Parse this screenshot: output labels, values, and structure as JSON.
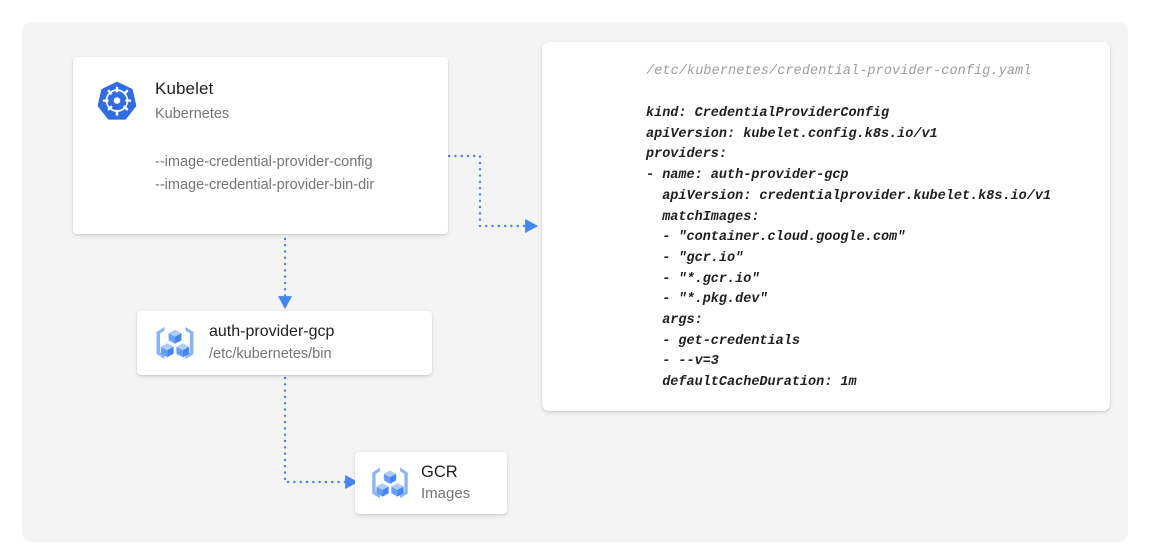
{
  "canvas": {
    "background": "#f4f4f4",
    "page_background": "#ffffff"
  },
  "theme": {
    "accent": "#4285f4",
    "icon_blue": "#8ab4f8",
    "cube_blue": "#669df6",
    "k8s_blue": "#326ce5",
    "text_primary": "#212121",
    "text_secondary": "#757575",
    "text_muted": "#9e9e9e"
  },
  "kubelet_card": {
    "icon": "kubernetes-helm-icon",
    "title": "Kubelet",
    "subtitle": "Kubernetes",
    "flags": [
      "--image-credential-provider-config",
      "--image-credential-provider-bin-dir"
    ]
  },
  "auth_provider_card": {
    "icon": "container-registry-icon",
    "title": "auth-provider-gcp",
    "subtitle": "/etc/kubernetes/bin"
  },
  "gcr_card": {
    "icon": "container-registry-icon",
    "title": "GCR",
    "subtitle": "Images"
  },
  "yaml_panel": {
    "path": "/etc/kubernetes/credential-provider-config.yaml",
    "content": "kind: CredentialProviderConfig\napiVersion: kubelet.config.k8s.io/v1\nproviders:\n- name: auth-provider-gcp\n  apiVersion: credentialprovider.kubelet.k8s.io/v1\n  matchImages:\n  - \"container.cloud.google.com\"\n  - \"gcr.io\"\n  - \"*.gcr.io\"\n  - \"*.pkg.dev\"\n  args:\n  - get-credentials\n  - --v=3\n  defaultCacheDuration: 1m"
  },
  "connectors": [
    {
      "name": "kubelet-config-to-yaml",
      "style": "dotted",
      "arrow": "right"
    },
    {
      "name": "kubelet-to-auth-provider",
      "style": "dotted",
      "arrow": "down"
    },
    {
      "name": "auth-provider-to-gcr",
      "style": "dotted",
      "arrow": "right"
    }
  ]
}
